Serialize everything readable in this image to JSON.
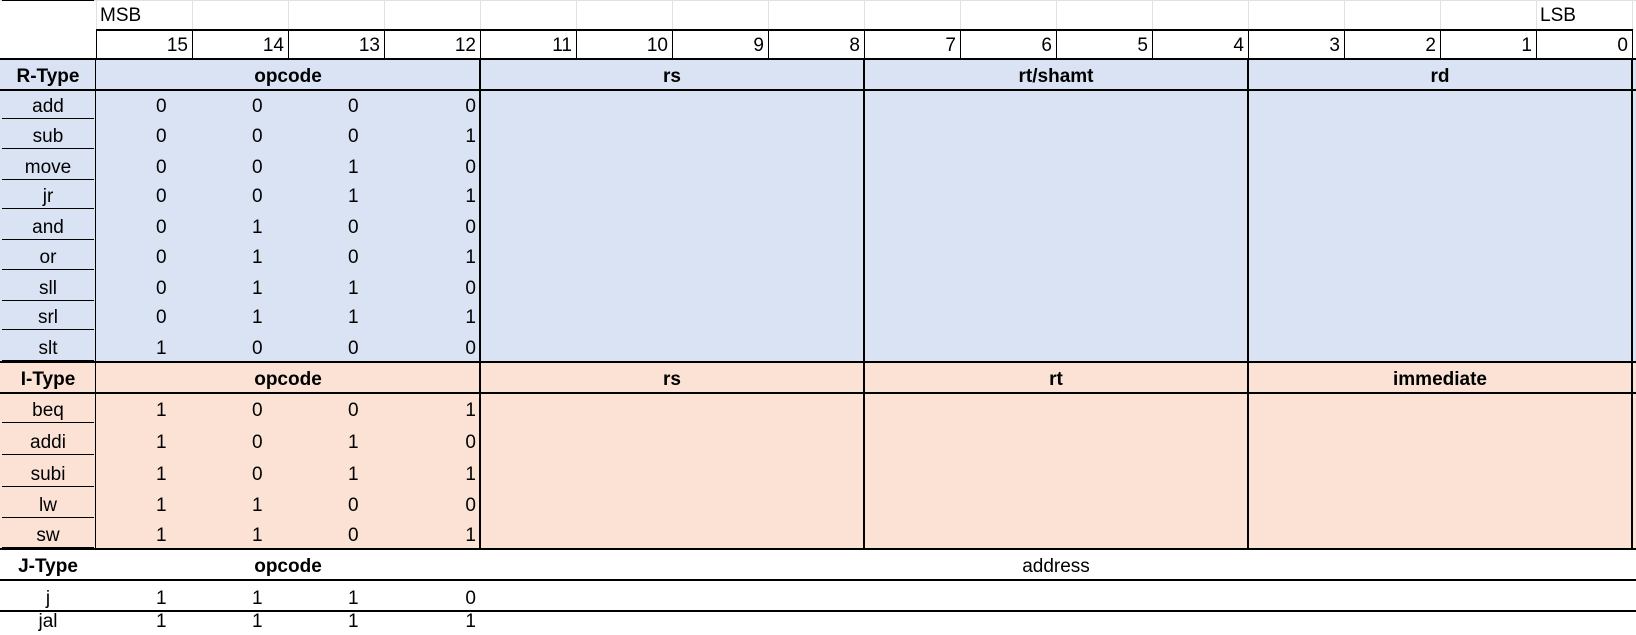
{
  "header": {
    "msb": "MSB",
    "lsb": "LSB",
    "bits": [
      "15",
      "14",
      "13",
      "12",
      "11",
      "10",
      "9",
      "8",
      "7",
      "6",
      "5",
      "4",
      "3",
      "2",
      "1",
      "0"
    ]
  },
  "sections": [
    {
      "key": "r",
      "type_label": "R-Type",
      "fields": [
        "opcode",
        "rs",
        "rt/shamt",
        "rd"
      ],
      "color": "#dae3f3",
      "instructions": [
        {
          "name": "add",
          "bits": [
            "0",
            "0",
            "0",
            "0"
          ]
        },
        {
          "name": "sub",
          "bits": [
            "0",
            "0",
            "0",
            "1"
          ]
        },
        {
          "name": "move",
          "bits": [
            "0",
            "0",
            "1",
            "0"
          ]
        },
        {
          "name": "jr",
          "bits": [
            "0",
            "0",
            "1",
            "1"
          ]
        },
        {
          "name": "and",
          "bits": [
            "0",
            "1",
            "0",
            "0"
          ]
        },
        {
          "name": "or",
          "bits": [
            "0",
            "1",
            "0",
            "1"
          ]
        },
        {
          "name": "sll",
          "bits": [
            "0",
            "1",
            "1",
            "0"
          ]
        },
        {
          "name": "srl",
          "bits": [
            "0",
            "1",
            "1",
            "1"
          ]
        },
        {
          "name": "slt",
          "bits": [
            "1",
            "0",
            "0",
            "0"
          ]
        }
      ]
    },
    {
      "key": "i",
      "type_label": "I-Type",
      "fields": [
        "opcode",
        "rs",
        "rt",
        "immediate"
      ],
      "color": "#fbe2d5",
      "instructions": [
        {
          "name": "beq",
          "bits": [
            "1",
            "0",
            "0",
            "1"
          ]
        },
        {
          "name": "addi",
          "bits": [
            "1",
            "0",
            "1",
            "0"
          ]
        },
        {
          "name": "subi",
          "bits": [
            "1",
            "0",
            "1",
            "1"
          ]
        },
        {
          "name": "lw",
          "bits": [
            "1",
            "1",
            "0",
            "0"
          ]
        },
        {
          "name": "sw",
          "bits": [
            "1",
            "1",
            "0",
            "1"
          ]
        }
      ]
    },
    {
      "key": "j",
      "type_label": "J-Type",
      "fields": [
        "opcode",
        "address"
      ],
      "color": "#e2efd9",
      "instructions": [
        {
          "name": "j",
          "bits": [
            "1",
            "1",
            "1",
            "0"
          ]
        },
        {
          "name": "jal",
          "bits": [
            "1",
            "1",
            "1",
            "1"
          ]
        }
      ]
    }
  ]
}
